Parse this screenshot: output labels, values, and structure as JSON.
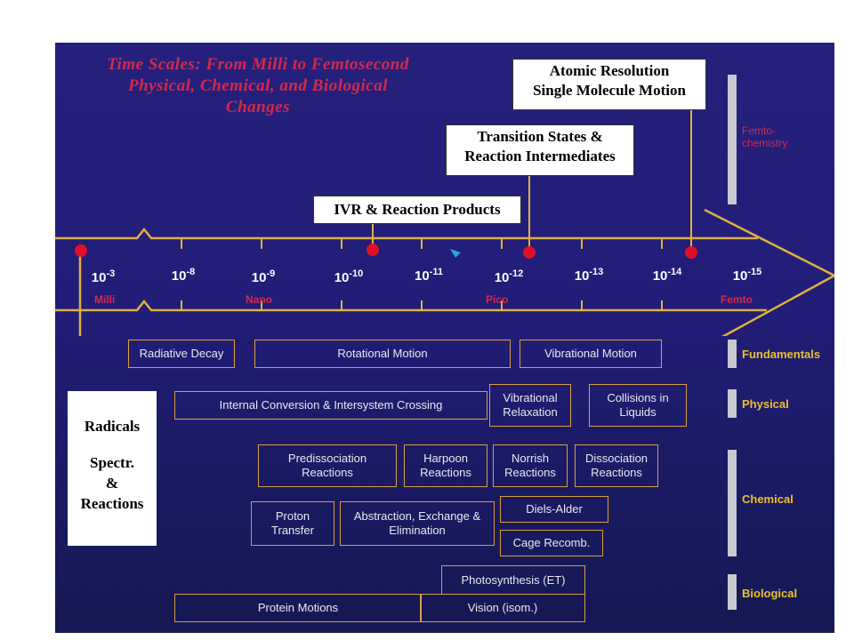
{
  "title": {
    "line1": "Time Scales: From Milli to Femtosecond",
    "line2": "Physical, Chemical, and Biological",
    "line3": "Changes"
  },
  "callouts": {
    "atomic_line1": "Atomic Resolution",
    "atomic_line2": "Single Molecule Motion",
    "ts_line1": "Transition States &",
    "ts_line2": "Reaction Intermediates",
    "ivr": "IVR & Reaction Products"
  },
  "radicals": {
    "line1": "Radicals",
    "line2": "Spectr.",
    "line3": "&",
    "line4": "Reactions"
  },
  "timescale": {
    "ticks": [
      {
        "base": "10",
        "exp": "-3"
      },
      {
        "base": "10",
        "exp": "-8"
      },
      {
        "base": "10",
        "exp": "-9"
      },
      {
        "base": "10",
        "exp": "-10"
      },
      {
        "base": "10",
        "exp": "-11"
      },
      {
        "base": "10",
        "exp": "-12"
      },
      {
        "base": "10",
        "exp": "-13"
      },
      {
        "base": "10",
        "exp": "-14"
      },
      {
        "base": "10",
        "exp": "-15"
      }
    ],
    "units": {
      "milli": "Milli",
      "nano": "Nano",
      "pico": "Pico",
      "femto": "Femto"
    }
  },
  "categories": {
    "femtochemistry": "Femto-chemistry",
    "fundamentals": "Fundamentals",
    "physical": "Physical",
    "chemical": "Chemical",
    "biological": "Biological"
  },
  "processes": {
    "radiative_decay": "Radiative Decay",
    "rotational_motion": "Rotational Motion",
    "vibrational_motion": "Vibrational Motion",
    "internal_conversion": "Internal Conversion & Intersystem Crossing",
    "vibrational_relaxation": "Vibrational Relaxation",
    "collisions_liquids": "Collisions in Liquids",
    "predissociation": "Predissociation Reactions",
    "harpoon": "Harpoon Reactions",
    "norrish": "Norrish Reactions",
    "dissociation": "Dissociation Reactions",
    "proton_transfer": "Proton Transfer",
    "abstraction": "Abstraction, Exchange & Elimination",
    "diels_alder": "Diels-Alder",
    "cage_recomb": "Cage Recomb.",
    "photosynthesis": "Photosynthesis (ET)",
    "vision": "Vision (isom.)",
    "protein_motions": "Protein Motions"
  },
  "colors": {
    "background": "#221d78",
    "axis": "#e0b040",
    "marker": "#e0102a",
    "title": "#d6284a",
    "category": "#e8c030"
  }
}
